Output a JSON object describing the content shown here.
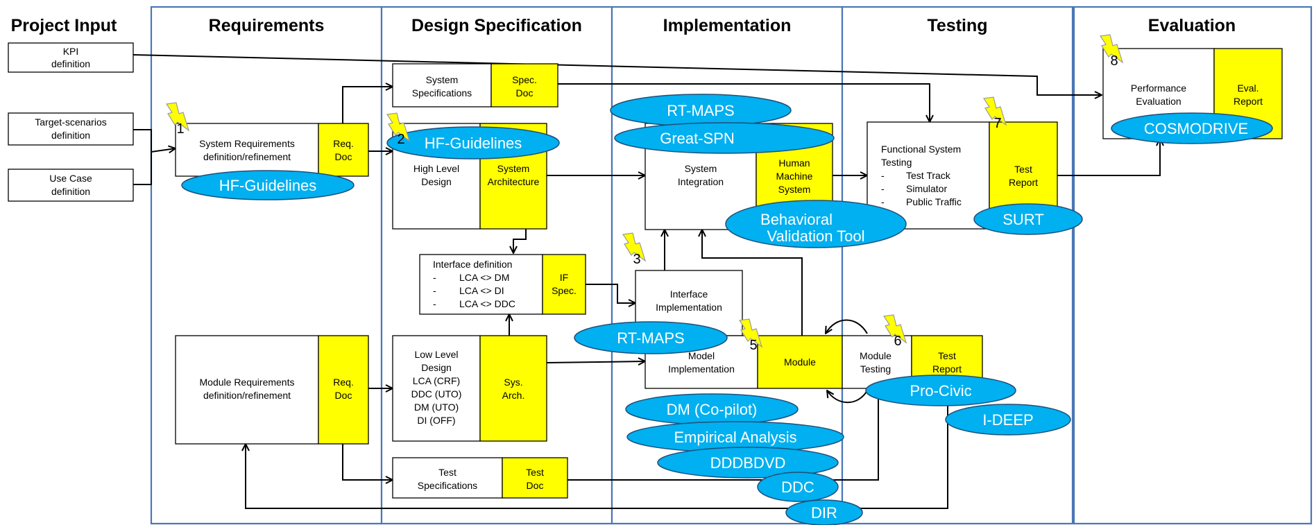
{
  "headers": {
    "project_input": "Project Input",
    "requirements": "Requirements",
    "design": "Design Specification",
    "implementation": "Implementation",
    "testing": "Testing",
    "evaluation": "Evaluation"
  },
  "inputs": {
    "kpi": [
      "KPI",
      "definition"
    ],
    "target": [
      "Target-scenarios",
      "definition"
    ],
    "usecase": [
      "Use Case",
      "definition"
    ]
  },
  "boxes": {
    "sysreq": {
      "label": [
        "System Requirements",
        "definition/refinement"
      ],
      "doc": [
        "Req.",
        "Doc"
      ]
    },
    "sysspec": {
      "label": [
        "System",
        "Specifications"
      ],
      "doc": [
        "Spec.",
        "Doc"
      ]
    },
    "hld": {
      "label": [
        "High Level",
        "Design"
      ],
      "doc": [
        "System",
        "Architecture"
      ]
    },
    "ifdef": {
      "title": "Interface definition",
      "items": [
        "LCA <> DM",
        "LCA <> DI",
        "LCA <> DDC"
      ],
      "doc": [
        "IF",
        "Spec."
      ]
    },
    "modreq": {
      "label": [
        "Module Requirements",
        "definition/refinement"
      ],
      "doc": [
        "Req.",
        "Doc"
      ]
    },
    "lld": {
      "label": [
        "Low Level",
        "Design",
        "LCA (CRF)",
        "DDC (UTO)",
        "DM (UTO)",
        "DI (OFF)"
      ],
      "doc": [
        "Sys.",
        "Arch."
      ]
    },
    "testspec": {
      "label": [
        "Test",
        "Specifications"
      ],
      "doc": [
        "Test",
        "Doc"
      ]
    },
    "sysint": {
      "label": [
        "System",
        "Integration"
      ],
      "doc": [
        "Human",
        "Machine",
        "System"
      ]
    },
    "ifimpl": {
      "label": [
        "Interface",
        "Implementation"
      ]
    },
    "modimpl": {
      "label": [
        "Model",
        "Implementation"
      ],
      "doc": [
        "Module"
      ]
    },
    "modtest": {
      "label": [
        "Module",
        "Testing"
      ],
      "doc": [
        "Test",
        "Report"
      ]
    },
    "functest": {
      "title": [
        "Functional System",
        "Testing"
      ],
      "items": [
        "Test Track",
        "Simulator",
        "Public Traffic"
      ],
      "doc": [
        "Test",
        "Report"
      ]
    },
    "perf": {
      "label": [
        "Performance",
        "Evaluation"
      ],
      "doc": [
        "Eval.",
        "Report"
      ]
    }
  },
  "tools": {
    "hf1": "HF-Guidelines",
    "hf2": "HF-Guidelines",
    "rtmaps1": "RT-MAPS",
    "greatspn": "Great-SPN",
    "bvt": [
      "Behavioral",
      "Validation Tool"
    ],
    "surt": "SURT",
    "cosmodrive": "COSMODRIVE",
    "rtmaps2": "RT-MAPS",
    "procivic": "Pro-Civic",
    "ideep": "I-DEEP",
    "dmcopilot": "DM (Co-pilot)",
    "empirical": "Empirical Analysis",
    "dddbdvd": "DDDBDVD",
    "ddc": "DDC",
    "dir": "DIR"
  },
  "markers": [
    "1",
    "2",
    "3",
    "5",
    "6",
    "7",
    "8"
  ],
  "colors": {
    "lane_border": "#4a76b5",
    "doc_fill": "#ffff00",
    "tool_fill": "#00b0f0"
  }
}
